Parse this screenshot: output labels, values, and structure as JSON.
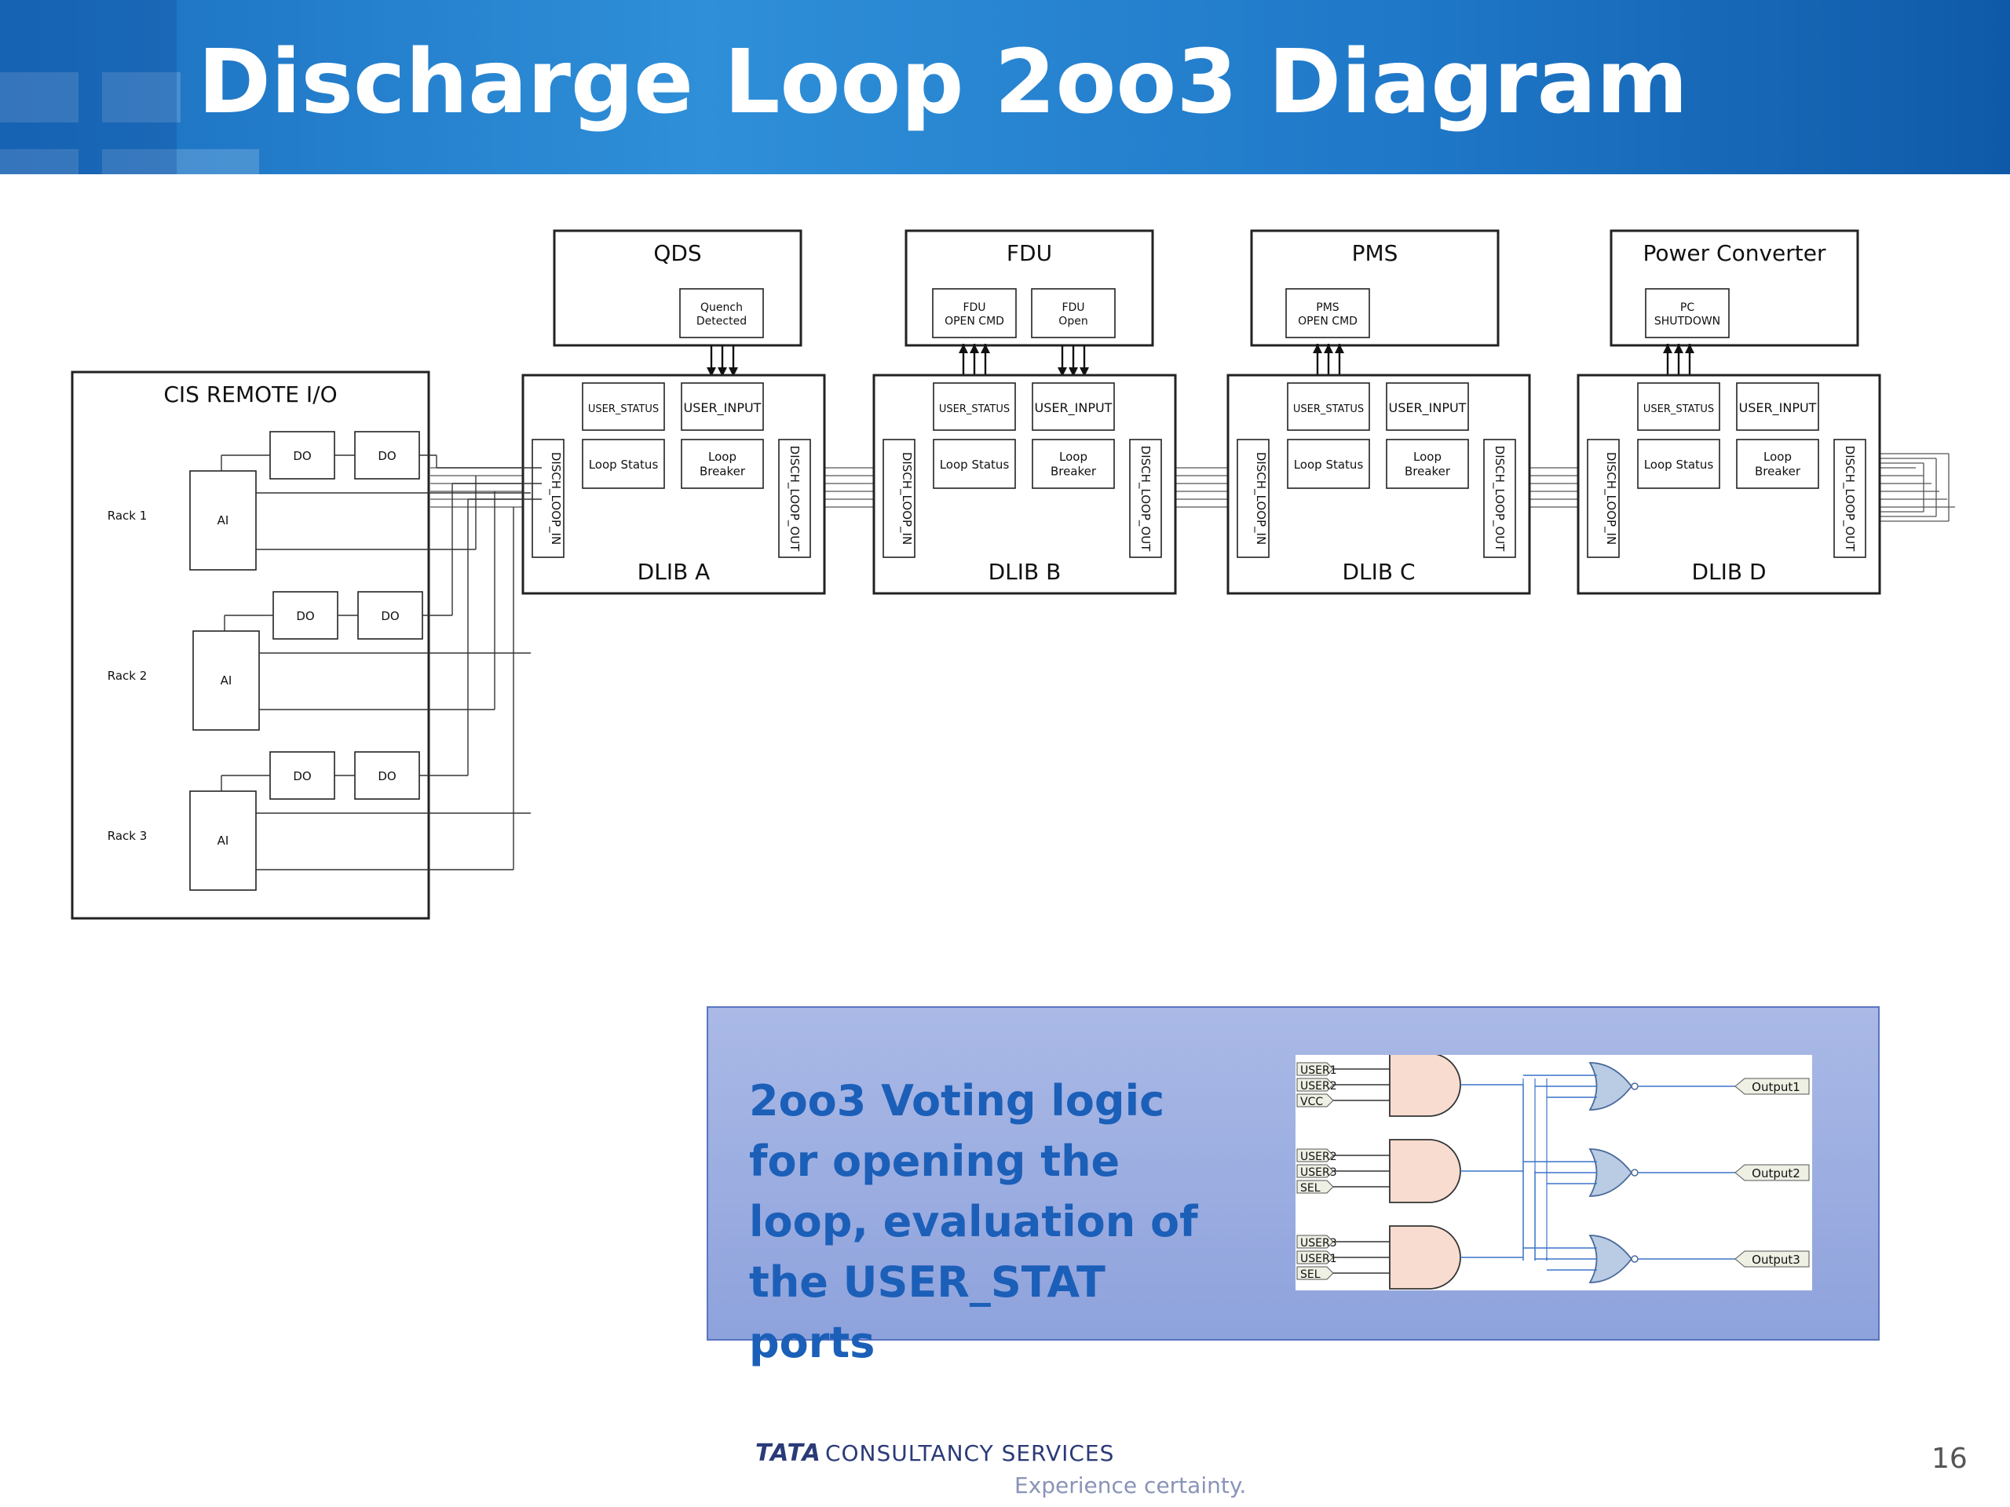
{
  "slide": {
    "title": "Discharge Loop 2oo3 Diagram",
    "page_number": "16"
  },
  "systems": [
    {
      "label": "QDS",
      "ports": [
        "Quench|Detected"
      ]
    },
    {
      "label": "FDU",
      "ports": [
        "FDU|OPEN CMD",
        "FDU|Open"
      ]
    },
    {
      "label": "PMS",
      "ports": [
        "PMS|OPEN CMD"
      ]
    },
    {
      "label": "Power Converter",
      "ports": [
        "PC|SHUTDOWN"
      ]
    }
  ],
  "dlibs": [
    {
      "label": "DLIB A"
    },
    {
      "label": "DLIB B"
    },
    {
      "label": "DLIB C"
    },
    {
      "label": "DLIB D"
    }
  ],
  "dlib_blocks": {
    "user_status": "USER_STATUS",
    "user_input": "USER_INPUT",
    "loop_status": "Loop Status",
    "loop_breaker": "Loop|Breaker",
    "loop_in": "DISCH_LOOP_IN",
    "loop_out": "DISCH_LOOP_OUT"
  },
  "cis": {
    "title": "CIS REMOTE I/O",
    "racks": [
      {
        "label": "Rack 1",
        "ai": "AI",
        "do": [
          "DO",
          "DO"
        ]
      },
      {
        "label": "Rack 2",
        "ai": "AI",
        "do": [
          "DO",
          "DO"
        ]
      },
      {
        "label": "Rack 3",
        "ai": "AI",
        "do": [
          "DO",
          "DO"
        ]
      }
    ]
  },
  "voting": {
    "caption": "2oo3 Voting logic for opening the loop, evaluation of the USER_STAT ports",
    "groups": [
      {
        "inputs": [
          "USER1",
          "USER2",
          "VCC"
        ],
        "output": "Output1"
      },
      {
        "inputs": [
          "USER2",
          "USER3",
          "SEL"
        ],
        "output": "Output2"
      },
      {
        "inputs": [
          "USER3",
          "USER1",
          "SEL"
        ],
        "output": "Output3"
      }
    ]
  },
  "footer": {
    "brand_bold": "TATA",
    "brand_rest": "CONSULTANCY SERVICES",
    "tagline": "Experience certainty."
  },
  "colors": {
    "header_blue": "#2f8fd8",
    "panel_blue": "#9aaee2",
    "caption_blue": "#1b5fb8",
    "and_gate": "#f8dccf",
    "or_gate": "#b9cce4",
    "wire_blue": "#3c74c8"
  }
}
